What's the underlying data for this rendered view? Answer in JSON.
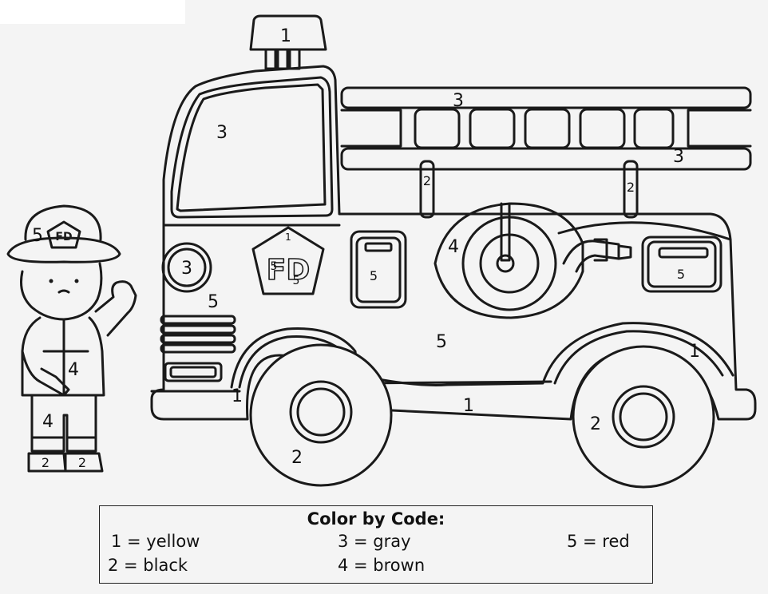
{
  "labels": {
    "beacon": "1",
    "ladder_top": "3",
    "ladder_right": "3",
    "window": "3",
    "ladder_bracket_left": "2",
    "ladder_bracket_right": "2",
    "hose": "4",
    "headlight": "3",
    "body_front": "5",
    "badge_top": "1",
    "badge_left": "5",
    "badge_right": "5",
    "badge_text": "FD",
    "door_panel": "5",
    "side_box": "5",
    "body_middle": "5",
    "fender_right": "1",
    "bumper": "1",
    "running_board": "1",
    "wheel_front": "2",
    "wheel_rear": "2",
    "helmet": "5",
    "helmet_badge_text": "FD",
    "coat": "4",
    "pants": "4",
    "boot_left": "2",
    "boot_right": "2"
  },
  "key": {
    "title": "Color by Code:",
    "items": [
      {
        "code": "1",
        "color": "yellow",
        "text": "1 = yellow"
      },
      {
        "code": "2",
        "color": "black",
        "text": "2 = black"
      },
      {
        "code": "3",
        "color": "gray",
        "text": "3 = gray"
      },
      {
        "code": "4",
        "color": "brown",
        "text": "4 = brown"
      },
      {
        "code": "5",
        "color": "red",
        "text": "5 = red"
      }
    ]
  },
  "colors": {
    "line": "#1a1a1a",
    "paper": "#f4f4f4"
  }
}
